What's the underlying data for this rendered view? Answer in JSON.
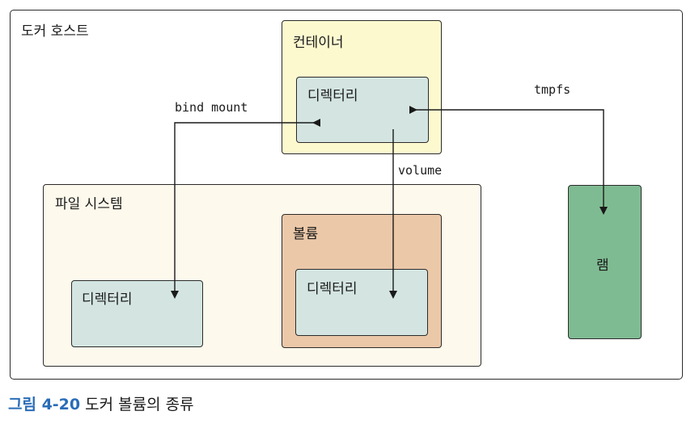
{
  "diagram": {
    "host_label": "도커 호스트",
    "container_label": "컨테이너",
    "container_dir_label": "디렉터리",
    "filesystem_label": "파일 시스템",
    "fs_dir_label": "디렉터리",
    "volume_box_label": "볼륨",
    "volume_dir_label": "디렉터리",
    "ram_label": "램",
    "bind_mount_label": "bind mount",
    "volume_label": "volume",
    "tmpfs_label": "tmpfs"
  },
  "caption": {
    "figure_number": "그림 4-20",
    "text": "도커 볼륨의 종류"
  },
  "colors": {
    "container_fill": "#fdf9cf",
    "directory_fill": "#d4e5e1",
    "filesystem_fill": "#fdf9ec",
    "volume_fill": "#ebc8a8",
    "ram_fill": "#7fbb92",
    "caption_accent": "#2a6cb7"
  }
}
